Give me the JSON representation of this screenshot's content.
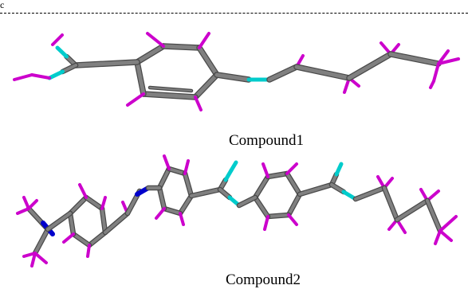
{
  "header_tick": "c",
  "captions": {
    "compound1": "Compound1",
    "compound2": "Compound2"
  },
  "colors": {
    "carbon_bond": "#808080",
    "hydrogen": "#cc00cc",
    "oxygen": "#00cccc",
    "nitrogen": "#0000cc",
    "dashed_rule": "#000000"
  },
  "compounds": [
    {
      "name": "Compound1",
      "ring_count": 1
    },
    {
      "name": "Compound2",
      "ring_count": 3
    }
  ]
}
